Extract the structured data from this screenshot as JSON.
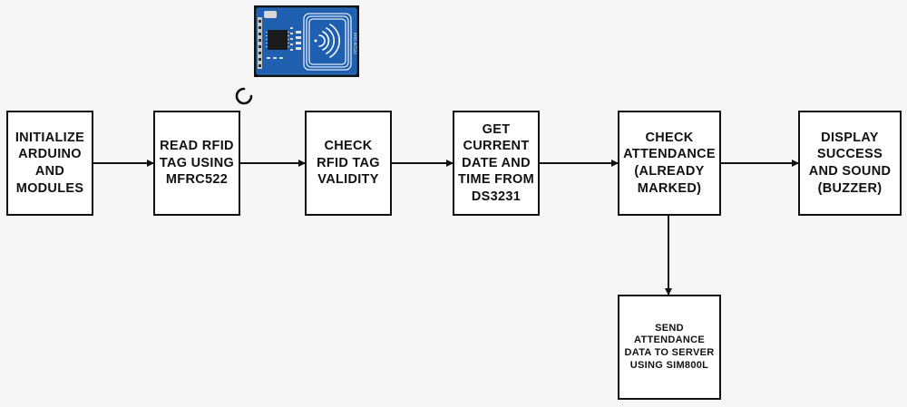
{
  "diagram": {
    "title": "",
    "boxes": [
      {
        "id": "init",
        "label": "INITIALIZE\nARDUINO\nAND\nMODULES"
      },
      {
        "id": "read",
        "label": "READ RFID\nTAG USING\nMFRC522"
      },
      {
        "id": "check_validity",
        "label": "CHECK\nRFID TAG\nVALIDITY"
      },
      {
        "id": "get_time",
        "label": "GET\nCURRENT\nDATE AND\nTIME FROM\nDS3231"
      },
      {
        "id": "check_attendance",
        "label": "CHECK\nATTENDANCE\n(ALREADY\nMARKED)"
      },
      {
        "id": "display",
        "label": "DISPLAY\nSUCCESS\nAND SOUND\n(BUZZER)"
      },
      {
        "id": "send",
        "label": "SEND\nATTENDANCE\nDATA TO SERVER\nUSING SIM800L"
      }
    ],
    "edges": [
      {
        "from": "init",
        "to": "read"
      },
      {
        "from": "read",
        "to": "check_validity"
      },
      {
        "from": "check_validity",
        "to": "get_time"
      },
      {
        "from": "get_time",
        "to": "check_attendance"
      },
      {
        "from": "check_attendance",
        "to": "display"
      },
      {
        "from": "check_attendance",
        "to": "send"
      }
    ],
    "image": {
      "name": "rfid-rc522-module",
      "board_text": "RFID-RC522"
    }
  },
  "colors": {
    "background": "#f6f6f6",
    "box_fill": "#ffffff",
    "stroke": "#111111",
    "board": "#1f5fb0"
  }
}
